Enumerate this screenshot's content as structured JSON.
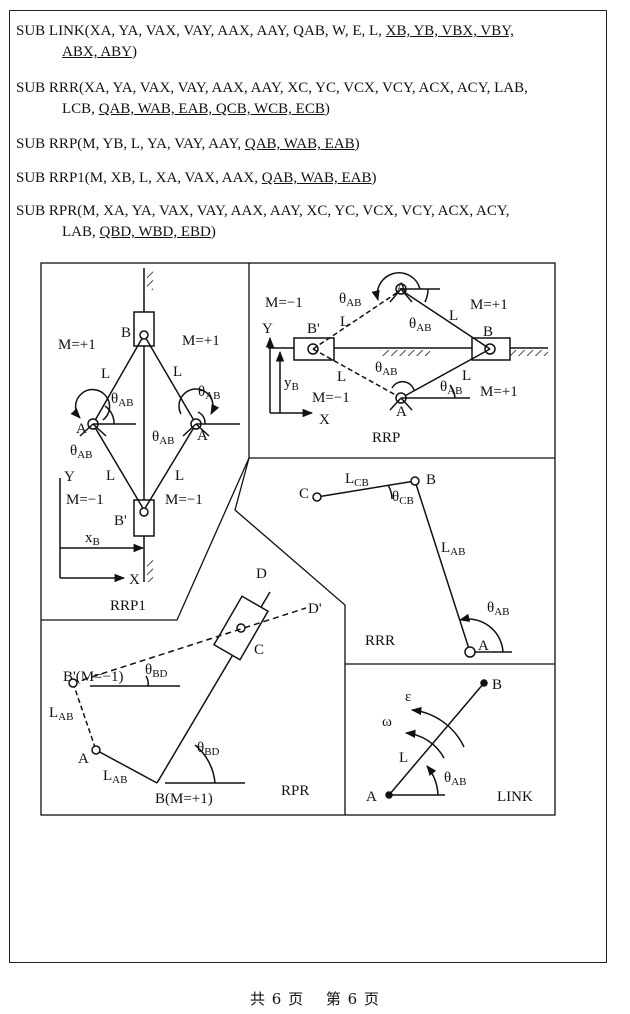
{
  "subs": [
    {
      "a": "SUB LINK(XA, YA, VAX, VAY, AAX, AAY, QAB, W, E, L, ",
      "u": "XB, YB, VBX, VBY,",
      "b": "",
      "c": "",
      "cu": "ABX, ABY",
      "cb": ")"
    },
    {
      "a": "SUB RRR(XA, YA, VAX, VAY, AAX, AAY, XC, YC, VCX, VCY, ACX, ACY, LAB,",
      "u": "",
      "b": "",
      "c": "LCB, ",
      "cu": "QAB, WAB, EAB, QCB, WCB, ECB",
      "cb": ")"
    },
    {
      "a": "SUB RRP(M, YB, L, YA, VAY, AAY, ",
      "u": "QAB, WAB, EAB",
      "b": ")",
      "c": "",
      "cu": "",
      "cb": ""
    },
    {
      "a": "SUB RRP1(M, XB, L, XA, VAX, AAX, ",
      "u": "QAB, WAB, EAB",
      "b": ")",
      "c": "",
      "cu": "",
      "cb": ""
    },
    {
      "a": "SUB RPR(M, XA, YA, VAX, VAY, AAX, AAY, XC, YC, VCX, VCY, ACX, ACY,",
      "u": "",
      "b": "",
      "c": "LAB, ",
      "cu": "QBD, WBD, EBD",
      "cb": ")"
    }
  ],
  "diagrams": {
    "rrp1": {
      "title": "RRP1",
      "B": "B",
      "Bp": "B'",
      "A_left": "A",
      "A_right": "A",
      "L": "L",
      "M_plus": "M=+1",
      "M_minus": "M=−1",
      "theta": "θ",
      "AB": "AB",
      "Y": "Y",
      "X": "X",
      "xB": "x",
      "xB_sub": "B"
    },
    "rrp": {
      "title": "RRP",
      "M_minus": "M=−1",
      "M_plus": "M=+1",
      "A": "A",
      "B": "B",
      "Bp": "B'",
      "L": "L",
      "theta": "θ",
      "AB": "AB",
      "Y": "Y",
      "X": "X",
      "yB": "y",
      "yB_sub": "B"
    },
    "rrr": {
      "title": "RRR",
      "C": "C",
      "B": "B",
      "A": "A",
      "L": "L",
      "CB": "CB",
      "AB": "AB",
      "theta": "θ"
    },
    "rpr": {
      "title": "RPR",
      "D": "D",
      "Dp": "D'",
      "C": "C",
      "Bp": "B'(M=−1)",
      "A": "A",
      "B": "B(M=+1)",
      "L": "L",
      "AB": "AB",
      "theta": "θ",
      "BD": "BD"
    },
    "link": {
      "title": "LINK",
      "A": "A",
      "B": "B",
      "L": "L",
      "eps": "ε",
      "omega": "ω",
      "theta": "θ",
      "AB": "AB"
    }
  },
  "footer": {
    "total": "共 6 页",
    "page": "第 6 页"
  }
}
